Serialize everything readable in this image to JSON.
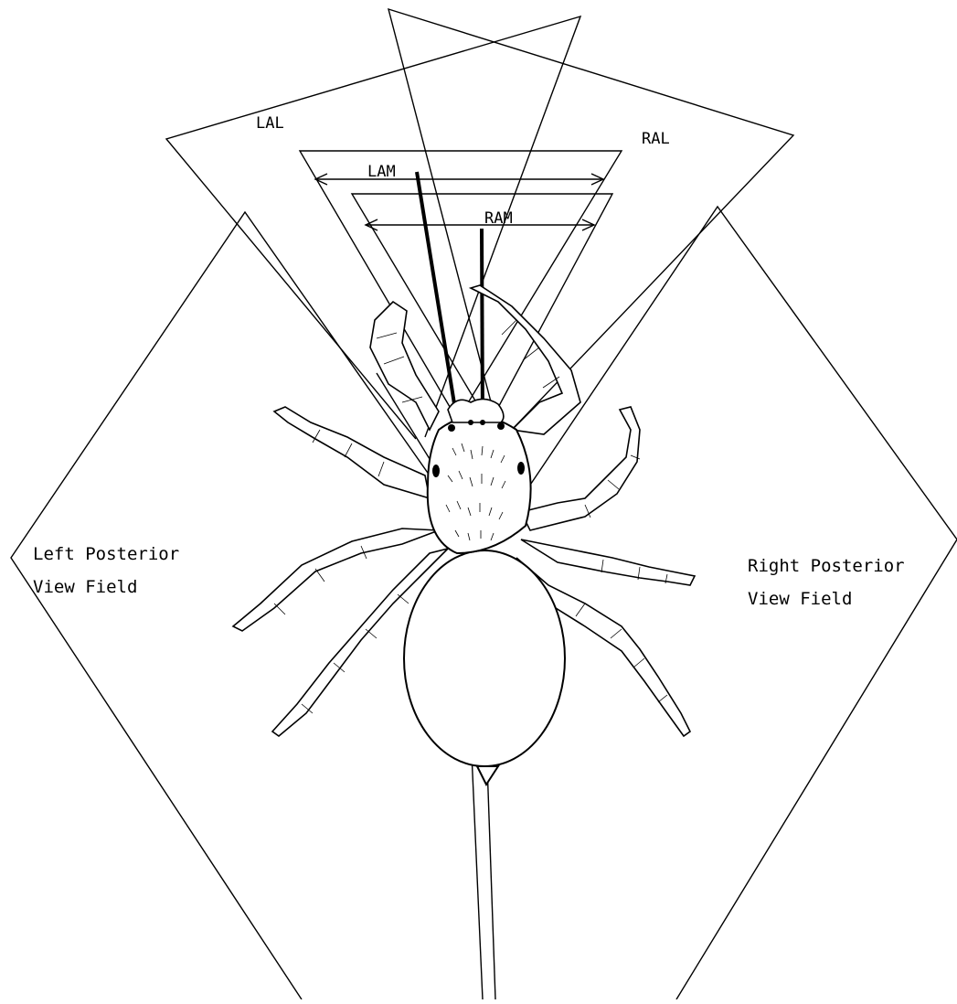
{
  "labels": {
    "lal": "LAL",
    "ral": "RAL",
    "lam": "LAM",
    "ram": "RAM",
    "left_field_line1": "Left Posterior",
    "left_field_line2": "View Field",
    "right_field_line1": "Right Posterior",
    "right_field_line2": "View Field"
  }
}
